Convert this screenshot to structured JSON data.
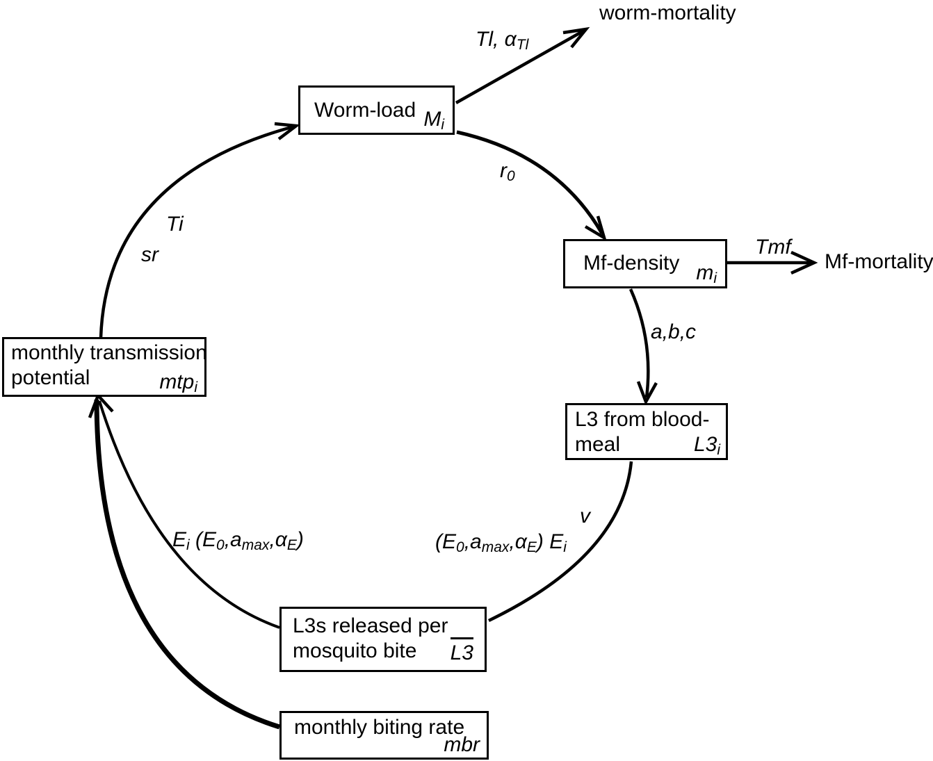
{
  "colors": {
    "ink": "#000000",
    "background": "#ffffff"
  },
  "nodes": {
    "worm_load": {
      "lines": [
        "Worm-load"
      ],
      "symbol": [
        {
          "text": "M"
        },
        {
          "text": "i",
          "sub": true
        }
      ]
    },
    "mf_density": {
      "lines": [
        "Mf-density"
      ],
      "symbol": [
        {
          "text": "m"
        },
        {
          "text": "i",
          "sub": true
        }
      ]
    },
    "l3_blood_meal": {
      "lines": [
        "L3 from blood-",
        "meal"
      ],
      "symbol": [
        {
          "text": "L3"
        },
        {
          "text": "i",
          "sub": true
        }
      ]
    },
    "l3s_released": {
      "lines": [
        "L3s released per",
        "mosquito bite"
      ],
      "symbol": [
        {
          "text": "L3",
          "overline": true
        }
      ]
    },
    "monthly_biting_rate": {
      "lines": [
        "monthly biting rate"
      ],
      "symbol": [
        {
          "text": "mbr"
        }
      ]
    },
    "monthly_transmission_potential": {
      "lines": [
        "monthly transmission",
        "potential"
      ],
      "symbol": [
        {
          "text": "mtp"
        },
        {
          "text": "i",
          "sub": true
        }
      ]
    }
  },
  "sinks": {
    "worm_mortality": "worm-mortality",
    "mf_mortality": "Mf-mortality"
  },
  "edge_labels": {
    "worm_to_worm_mortality": [
      {
        "text": "Tl, "
      },
      {
        "text": "α"
      },
      {
        "text": "Tl",
        "sub": true
      }
    ],
    "worm_to_mf": [
      {
        "text": "r"
      },
      {
        "text": "0",
        "sub": true
      }
    ],
    "mf_to_mf_mortality": [
      {
        "text": "Tmf"
      }
    ],
    "mf_to_l3": [
      {
        "text": "a,b,c"
      }
    ],
    "l3_to_l3s_v": [
      {
        "text": "v"
      }
    ],
    "l3_to_l3s_exposure": [
      {
        "text": "(E"
      },
      {
        "text": "0",
        "sub": true
      },
      {
        "text": ",a"
      },
      {
        "text": "max",
        "sub": true
      },
      {
        "text": ",α"
      },
      {
        "text": "E",
        "sub": true
      },
      {
        "text": ") E"
      },
      {
        "text": "i",
        "sub": true
      }
    ],
    "l3s_to_mtp_exposure": [
      {
        "text": "E"
      },
      {
        "text": "i",
        "sub": true
      },
      {
        "text": " (E"
      },
      {
        "text": "0",
        "sub": true
      },
      {
        "text": ",a"
      },
      {
        "text": "max",
        "sub": true
      },
      {
        "text": ",α"
      },
      {
        "text": "E",
        "sub": true
      },
      {
        "text": ")"
      }
    ],
    "mtp_to_worm_ti": [
      {
        "text": "Ti"
      }
    ],
    "mtp_to_worm_sr": [
      {
        "text": "sr"
      }
    ]
  }
}
